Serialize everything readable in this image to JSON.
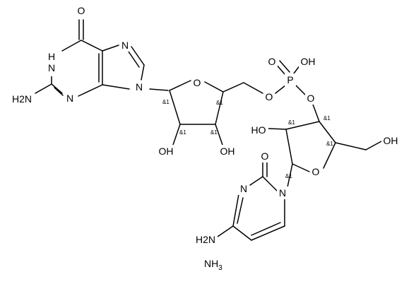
{
  "atoms": {
    "o_carbonyl_guanine": "O",
    "n_purine_top": "N",
    "nh_guanine": "H",
    "nh_guanine_n": "N",
    "nh2_guanine": "H2N",
    "n_guanine_3": "N",
    "n_guanine_9": "N",
    "o_ring_left": "O",
    "oh_left_1": "OH",
    "oh_left_2": "OH",
    "o_ester": "O",
    "p_atom": "P",
    "o_double_p": "O",
    "oh_p": "OH",
    "o_phos_link": "O",
    "ho_right": "HO",
    "o_ring_right": "O",
    "oh_right": "OH",
    "o_cytosine": "O",
    "n_cyt_3": "N",
    "n_cyt_1": "N",
    "nh2_cytosine": "H2N",
    "ammonia": "NH3"
  },
  "stereo_marks": {
    "s1": "&1",
    "s2": "&1",
    "s3": "&1",
    "s4": "&1",
    "s5": "&1",
    "s6": "&1",
    "s7": "&1",
    "s8": "&1"
  },
  "colors": {
    "bond": "#000000",
    "background": "#ffffff"
  }
}
